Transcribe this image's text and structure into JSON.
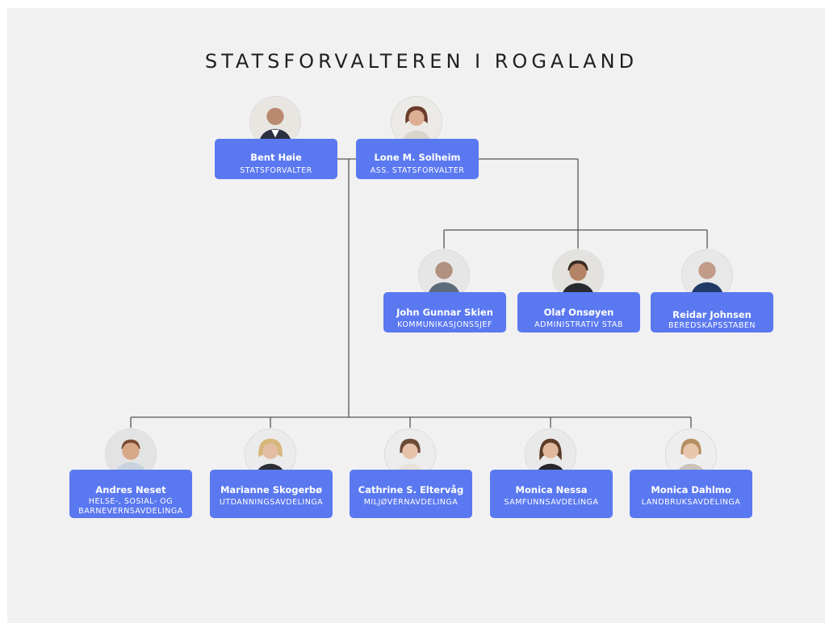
{
  "title": "STATSFORVALTEREN I ROGALAND",
  "colors": {
    "card": "#5a78f0",
    "line": "#555555",
    "background": "#f1f1f1"
  },
  "leaders": [
    {
      "name": "Bent Høie",
      "role": "STATSFORVALTER",
      "avatar": "person-photo-icon"
    },
    {
      "name": "Lone M. Solheim",
      "role": "ASS. STATSFORVALTER",
      "avatar": "person-photo-icon"
    }
  ],
  "staff": [
    {
      "name": "John Gunnar Skien",
      "role": "KOMMUNIKASJONSSJEF",
      "avatar": "person-photo-icon"
    },
    {
      "name": "Olaf Onsøyen",
      "role": "ADMINISTRATIV STAB",
      "avatar": "person-photo-icon"
    },
    {
      "name": "Reidar Johnsen",
      "role": "BEREDSKAPSSTABEN",
      "avatar": "person-photo-icon"
    }
  ],
  "departments": [
    {
      "name": "Andres Neset",
      "role_line1": "HELSE-, SOSIAL- OG",
      "role_line2": "BARNEVERNSAVDELINGA",
      "avatar": "person-photo-icon"
    },
    {
      "name": "Marianne Skogerbø",
      "role": "UTDANNINGSAVDELINGA",
      "avatar": "person-photo-icon"
    },
    {
      "name": "Cathrine S. Eltervåg",
      "role": "MILJØVERNAVDELINGA",
      "avatar": "person-photo-icon"
    },
    {
      "name": "Monica Nessa",
      "role": "SAMFUNNSAVDELINGA",
      "avatar": "person-photo-icon"
    },
    {
      "name": "Monica Dahlmo",
      "role": "LANDBRUKSAVDELINGA",
      "avatar": "person-photo-icon"
    }
  ]
}
